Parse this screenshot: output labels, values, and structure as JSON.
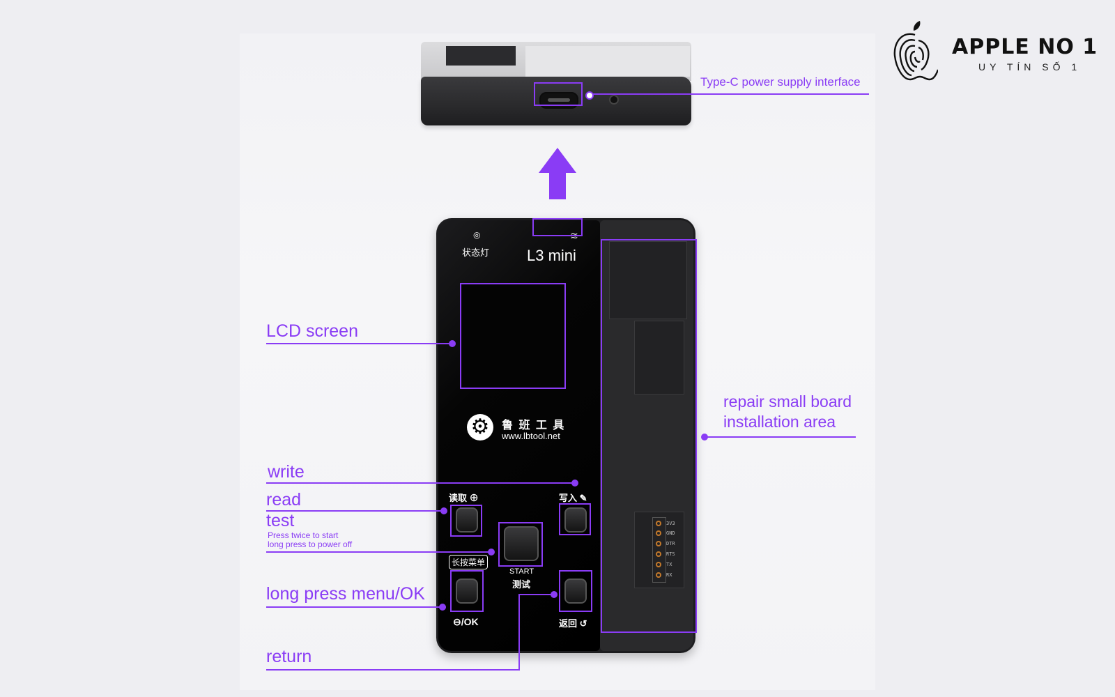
{
  "brand": {
    "name": "APPLE NO 1",
    "tagline": "UY TÍN SỐ 1",
    "icon": "fingerprint-apple-logo"
  },
  "device": {
    "model": "L3 mini",
    "status_light": "状态灯",
    "maker_name": "鲁 班 工 具",
    "maker_url": "www.lbtool.net",
    "buttons": {
      "read": "读取",
      "write": "写入",
      "long_press": "长按菜单",
      "start": "START",
      "test": "测试",
      "ok": "/OK",
      "return": "返回"
    },
    "pins": [
      "3V3",
      "GND",
      "DTR",
      "RTS",
      "TX",
      "RX"
    ]
  },
  "callouts": {
    "type_c": "Type-C power supply interface",
    "lcd": "LCD screen",
    "repair_line1": "repair small board",
    "repair_line2": "installation area",
    "write": "write",
    "read": "read",
    "test": "test",
    "test_note1": "Press twice to start",
    "test_note2": "long press to power off",
    "menu_ok": "long press menu/OK",
    "return": "return"
  },
  "colors": {
    "accent": "#8a3cf5",
    "device": "#000000",
    "background": "#eeeef2"
  }
}
